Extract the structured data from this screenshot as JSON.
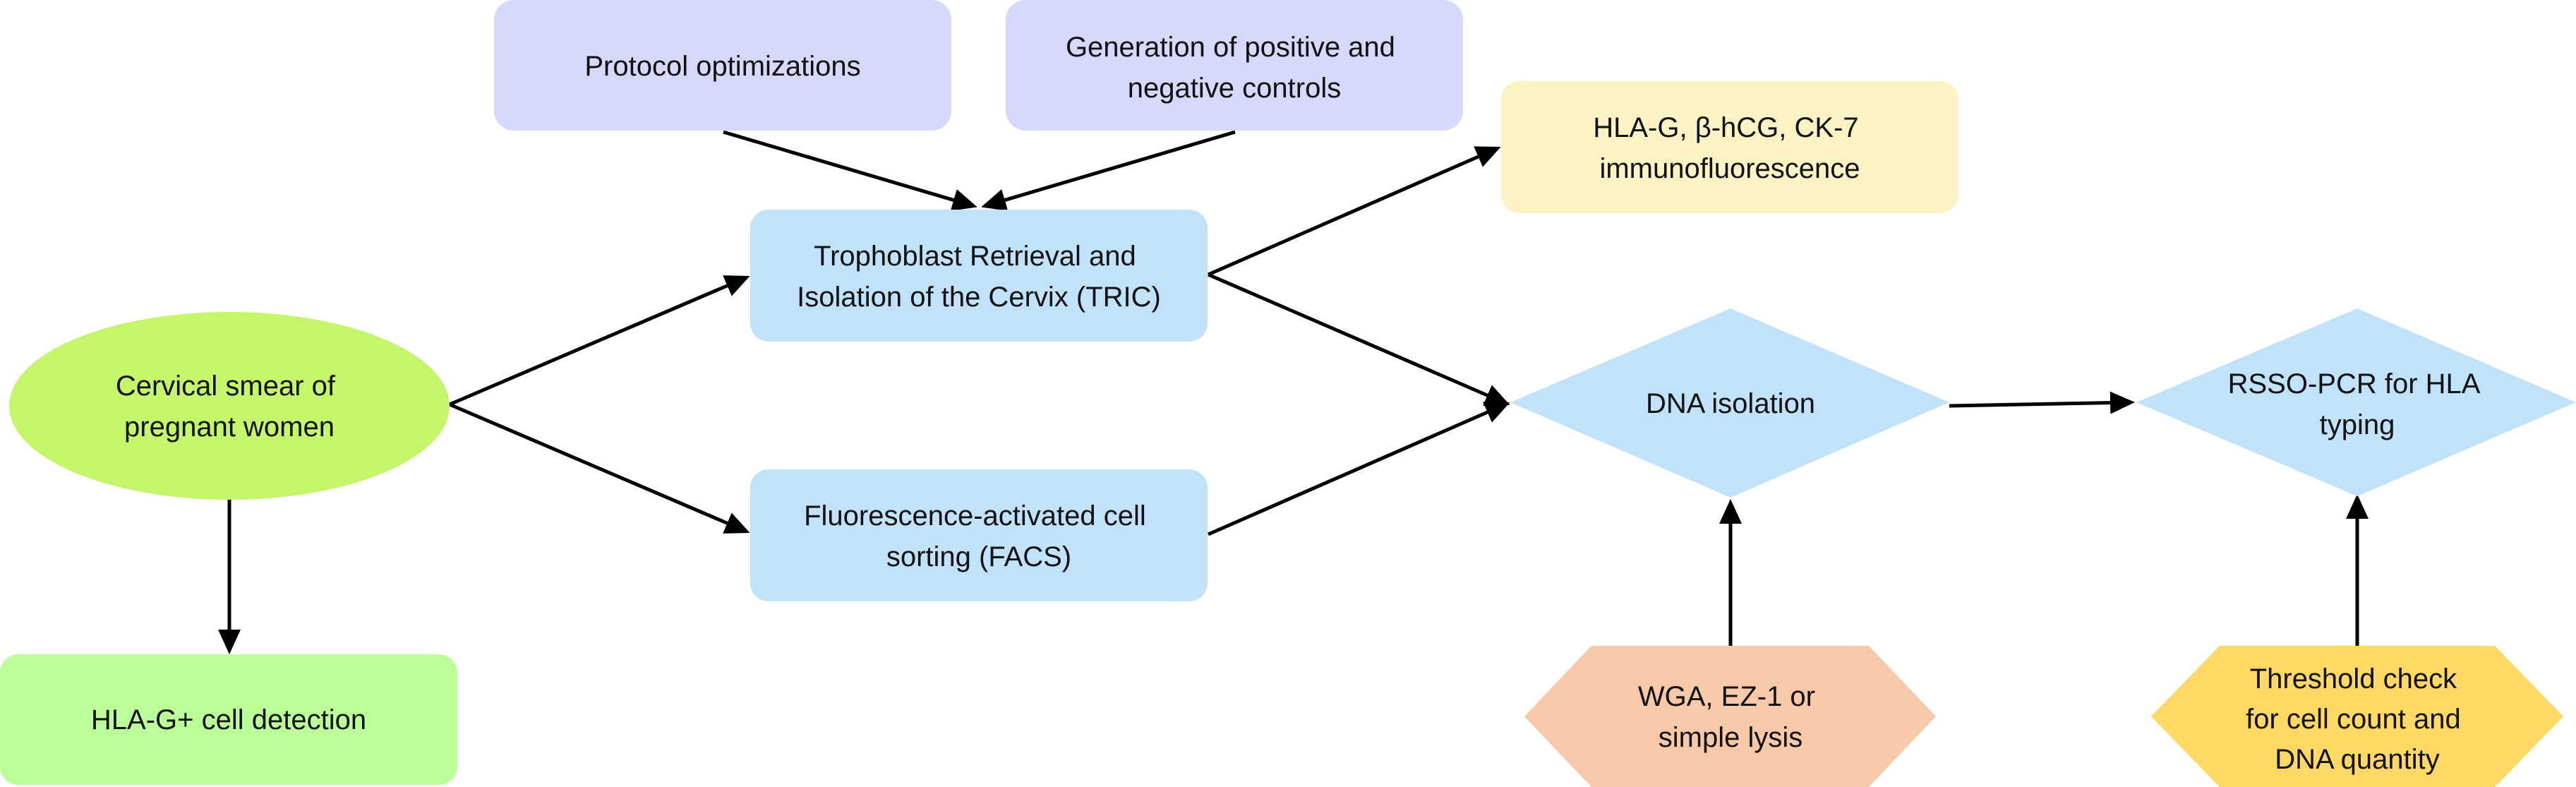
{
  "nodes": {
    "protocol": {
      "lines": [
        "Protocol optimizations"
      ],
      "color": "#d6d8fc"
    },
    "controls": {
      "lines": [
        "Generation of positive and",
        "negative controls"
      ],
      "color": "#d6d8fc"
    },
    "tric": {
      "lines": [
        "Trophoblast Retrieval and",
        "Isolation of the Cervix (TRIC)"
      ],
      "color": "#c0e3fb"
    },
    "facs": {
      "lines": [
        "Fluorescence-activated cell",
        "sorting (FACS)"
      ],
      "color": "#c0e3fb"
    },
    "immuno": {
      "lines": [
        "HLA-G, β-hCG, CK-7",
        "immunofluorescence"
      ],
      "color": "#fcf3c4"
    },
    "smear": {
      "lines": [
        "Cervical smear of",
        "pregnant women"
      ],
      "color": "#c4f56a"
    },
    "hlag": {
      "lines": [
        "HLA-G+ cell detection"
      ],
      "color": "#baff98"
    },
    "dna": {
      "lines": [
        "DNA isolation"
      ],
      "color": "#c0e3fb"
    },
    "rsso": {
      "lines": [
        "RSSO-PCR for HLA",
        "typing"
      ],
      "color": "#c0e3fb"
    },
    "wga": {
      "lines": [
        "WGA, EZ-1 or",
        "simple lysis"
      ],
      "color": "#f8c9a8"
    },
    "threshold": {
      "lines": [
        "Threshold check",
        "for cell count and",
        "DNA quantity"
      ],
      "color": "#ffd964"
    }
  },
  "edges": [
    [
      "protocol",
      "tric"
    ],
    [
      "controls",
      "tric"
    ],
    [
      "smear",
      "tric"
    ],
    [
      "smear",
      "facs"
    ],
    [
      "smear",
      "hlag"
    ],
    [
      "tric",
      "immuno"
    ],
    [
      "tric",
      "dna"
    ],
    [
      "facs",
      "dna"
    ],
    [
      "dna",
      "rsso"
    ],
    [
      "wga",
      "dna"
    ],
    [
      "threshold",
      "rsso"
    ]
  ]
}
